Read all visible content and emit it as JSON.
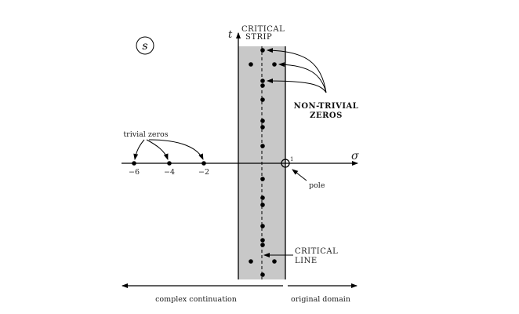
{
  "plane_label": "s",
  "axes": {
    "horizontal": "σ",
    "vertical": "t",
    "pole_tick": "1"
  },
  "critical_strip_label": [
    "CRITICAL",
    "STRIP"
  ],
  "critical_line_label": [
    "CRITICAL",
    "LINE"
  ],
  "nontrivial_label": [
    "NON-TRIVIAL",
    "ZEROS"
  ],
  "trivial_zeros_label": "trivial zeros",
  "trivial_zero_ticks": [
    "−6",
    "−4",
    "−2"
  ],
  "pole_label": "pole",
  "domains": {
    "left": "complex continuation",
    "right": "original domain"
  },
  "colors": {
    "strip": "#c8c8c8",
    "ink": "#000000"
  }
}
